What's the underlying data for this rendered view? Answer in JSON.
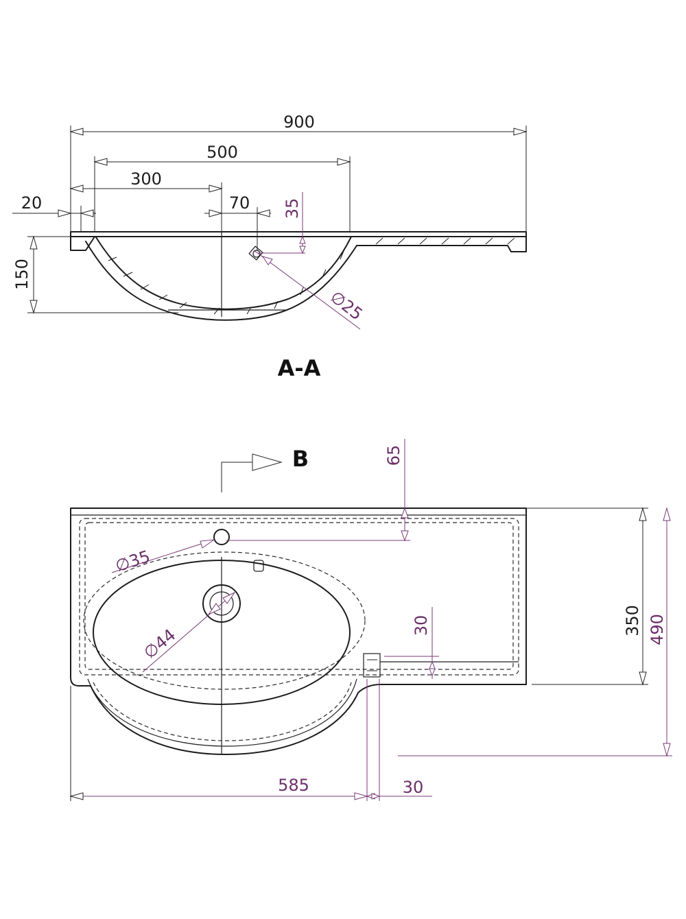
{
  "section_view": {
    "title": "A-A",
    "dims": {
      "overall_width": "900",
      "basin_width": "500",
      "drain_center": "300",
      "overflow_offset": "70",
      "overflow_height": "35",
      "wall_thickness": "20",
      "depth": "150",
      "overflow_diameter": "∅25"
    }
  },
  "plan_view": {
    "cut_label": "B",
    "dims": {
      "back_offset": "65",
      "tap_hole": "∅35",
      "drain_hole": "∅44",
      "shelf_offset": "30",
      "shelf_depth": "350",
      "overall_depth": "490",
      "basin_length": "585",
      "notch_width": "30"
    }
  },
  "colors": {
    "outline": "#1c1c1c",
    "dimension_black": "#222222",
    "dimension_purple": "#7a3a77"
  }
}
